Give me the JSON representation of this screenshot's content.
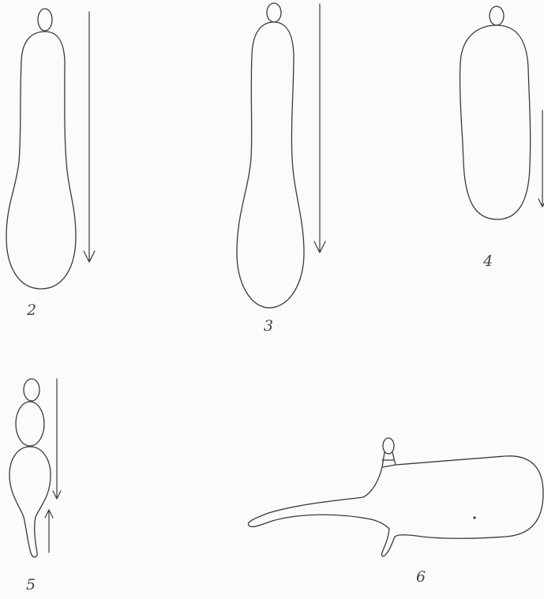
{
  "figures": [
    {
      "label": "2"
    },
    {
      "label": "3"
    },
    {
      "label": "4"
    },
    {
      "label": "5"
    },
    {
      "label": "6"
    }
  ]
}
